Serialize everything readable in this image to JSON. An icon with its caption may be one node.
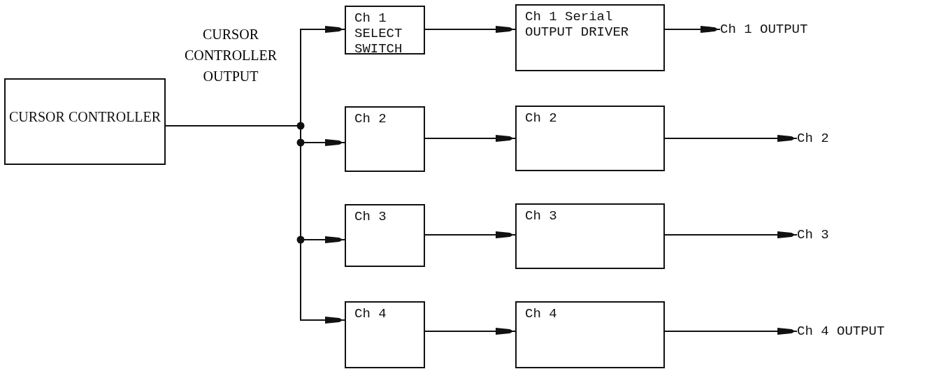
{
  "diagram": {
    "nodes": [
      {
        "text": [
          "CURSOR CONTROLLER"
        ]
      },
      {
        "text": [
          "Ch 1 SELECT SWITCH"
        ]
      },
      {
        "text": [
          "Ch 1 Serial OUTPUT DRIVER"
        ]
      },
      {
        "text": [
          "Ch 2"
        ]
      },
      {
        "text": [
          "Ch 2"
        ]
      },
      {
        "text": [
          "Ch 3"
        ]
      },
      {
        "text": [
          "Ch 3"
        ]
      },
      {
        "text": [
          "Ch 4"
        ]
      },
      {
        "text": [
          "Ch 4"
        ]
      },
      {
        "text": [
          "Ch 1 OUTPUT"
        ]
      },
      {
        "text": [
          "Ch 2"
        ]
      },
      {
        "text": [
          "Ch 3"
        ]
      },
      {
        "text": [
          "Ch 4 OUTPUT"
        ]
      }
    ],
    "edges": [
      {
        "from": 0,
        "to": 1,
        "arrow": "to"
      },
      {
        "from": 0,
        "to": 3,
        "arrow": "to"
      },
      {
        "from": 0,
        "to": 5,
        "arrow": "to"
      },
      {
        "from": 0,
        "to": 7,
        "arrow": "to"
      },
      {
        "from": 1,
        "to": 2,
        "arrow": "to"
      },
      {
        "from": 3,
        "to": 4,
        "arrow": "to"
      },
      {
        "from": 5,
        "to": 6,
        "arrow": "to"
      },
      {
        "from": 7,
        "to": 8,
        "arrow": "to"
      },
      {
        "from": 2,
        "to": 9,
        "arrow": "to"
      },
      {
        "from": 4,
        "to": 10,
        "arrow": "to"
      },
      {
        "from": 6,
        "to": 11,
        "arrow": "to"
      },
      {
        "from": 8,
        "to": 12,
        "arrow": "to"
      }
    ],
    "labels": [
      "CURSOR CONTROLLER OUTPUT"
    ]
  }
}
